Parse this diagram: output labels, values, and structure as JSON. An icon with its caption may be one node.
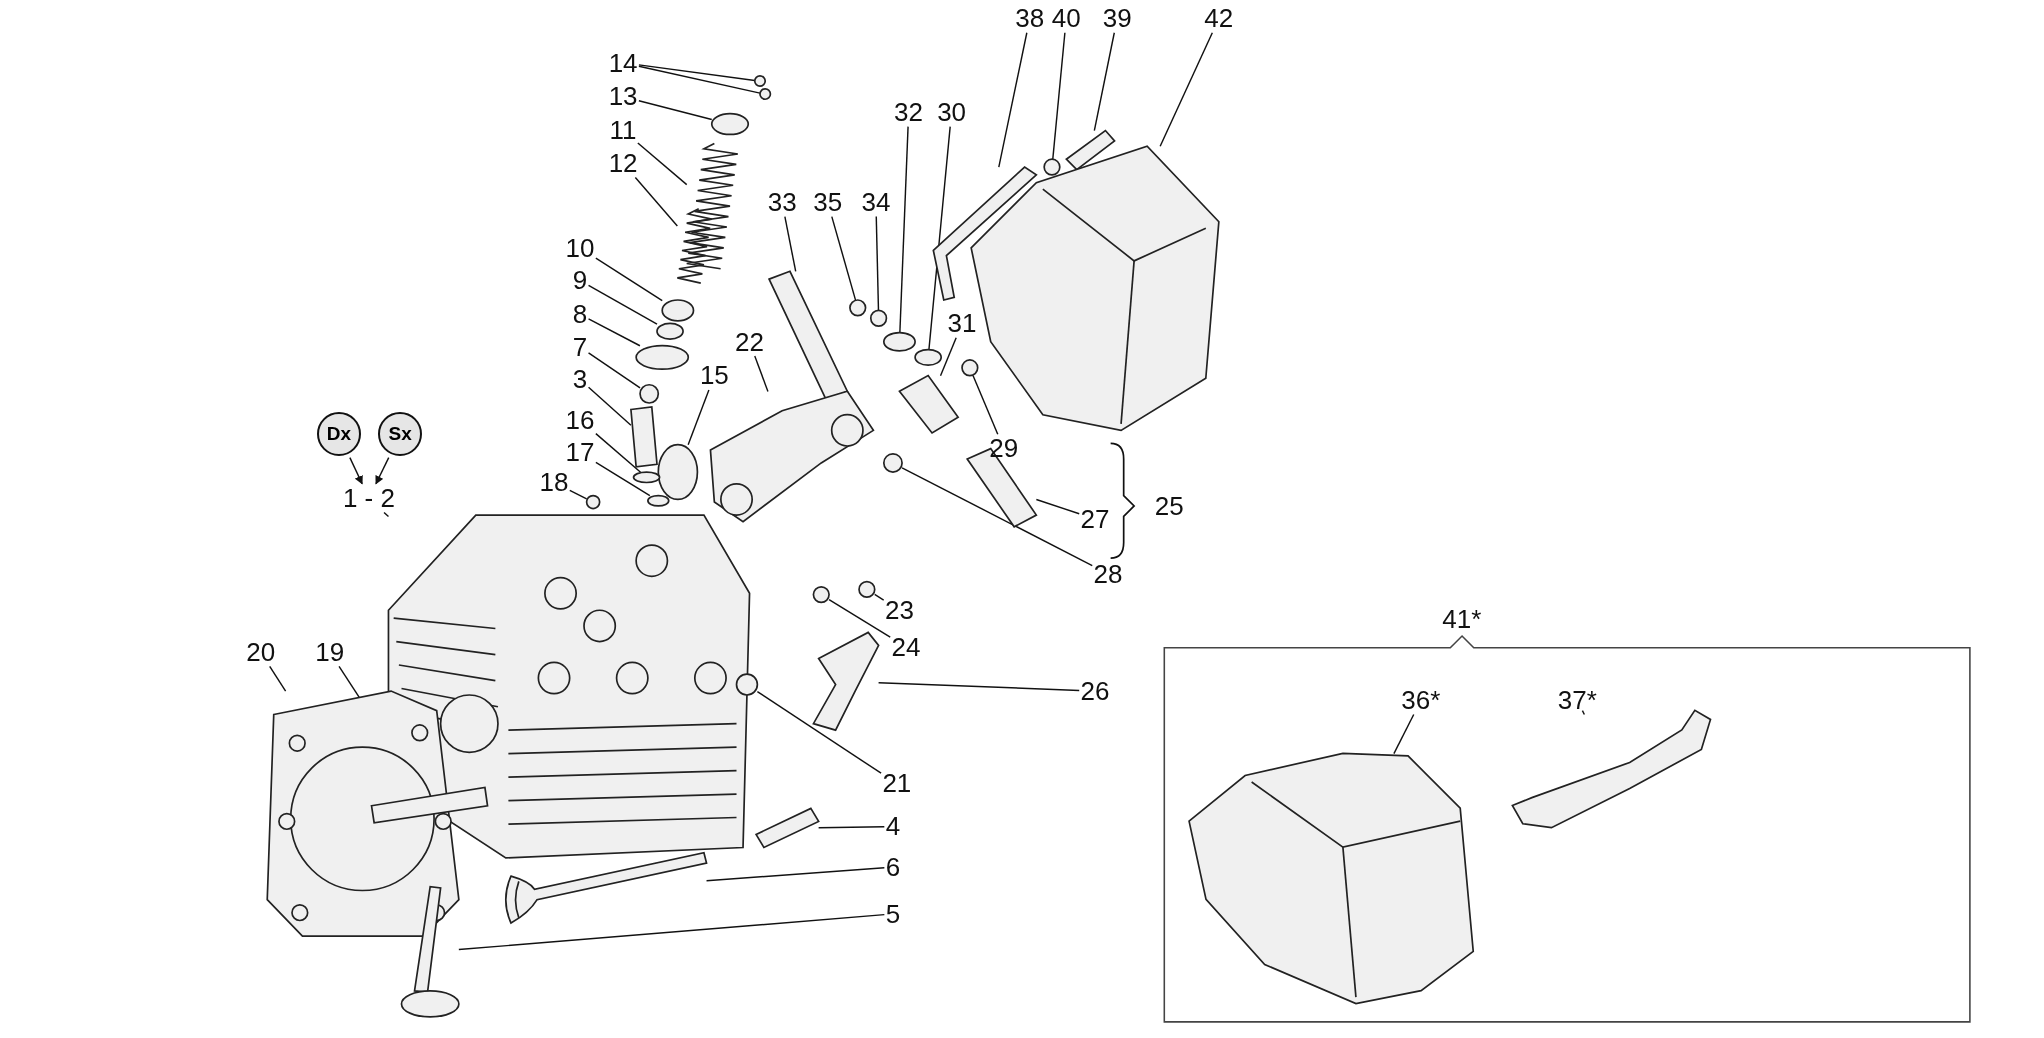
{
  "diagram": {
    "nodes": [
      {
        "text": [
          "38"
        ]
      },
      {
        "text": [
          "40"
        ]
      },
      {
        "text": [
          "39"
        ]
      },
      {
        "text": [
          "42"
        ]
      },
      {
        "text": [
          "14"
        ]
      },
      {
        "text": [
          "13"
        ]
      },
      {
        "text": [
          "32"
        ]
      },
      {
        "text": [
          "30"
        ]
      },
      {
        "text": [
          "11"
        ]
      },
      {
        "text": [
          "12"
        ]
      },
      {
        "text": [
          "33"
        ]
      },
      {
        "text": [
          "35"
        ]
      },
      {
        "text": [
          "34"
        ]
      },
      {
        "text": [
          "10"
        ]
      },
      {
        "text": [
          "9"
        ]
      },
      {
        "text": [
          "8"
        ]
      },
      {
        "text": [
          "7"
        ]
      },
      {
        "text": [
          "31"
        ]
      },
      {
        "text": [
          "22"
        ]
      },
      {
        "text": [
          "15"
        ]
      },
      {
        "text": [
          "3"
        ]
      },
      {
        "text": [
          "29"
        ]
      },
      {
        "text": [
          "16"
        ]
      },
      {
        "text": [
          "Dx"
        ]
      },
      {
        "text": [
          "Sx"
        ]
      },
      {
        "text": [
          "17"
        ]
      },
      {
        "text": [
          "18"
        ]
      },
      {
        "text": [
          "1 - 2"
        ]
      },
      {
        "text": [
          "27"
        ]
      },
      {
        "text": [
          "28"
        ]
      },
      {
        "text": [
          "23"
        ]
      },
      {
        "text": [
          "24"
        ]
      },
      {
        "text": [
          "41*"
        ]
      },
      {
        "text": [
          "20"
        ]
      },
      {
        "text": [
          "19"
        ]
      },
      {
        "text": [
          "26"
        ]
      },
      {
        "text": [
          "36*"
        ],
        "in": 32
      },
      {
        "text": [
          "37*"
        ],
        "in": 32
      },
      {
        "text": [
          "21"
        ]
      },
      {
        "text": [
          "4"
        ]
      },
      {
        "text": [
          "6"
        ]
      },
      {
        "text": [
          "5"
        ]
      },
      {
        "text": [],
        "shape": "picture"
      },
      {
        "text": [],
        "shape": "circle"
      },
      {
        "text": [],
        "shape": "bar"
      },
      {
        "text": [],
        "shape": "picture"
      },
      {
        "text": [],
        "shape": "circle"
      },
      {
        "text": [],
        "shape": "circle"
      },
      {
        "text": [],
        "shape": "circle"
      },
      {
        "text": [],
        "shape": "circle"
      },
      {
        "text": [],
        "shape": "circle"
      },
      {
        "text": [],
        "shape": "picture"
      },
      {
        "text": [],
        "shape": "picture"
      },
      {
        "text": [],
        "shape": "bar"
      },
      {
        "text": [],
        "shape": "circle"
      },
      {
        "text": [],
        "shape": "circle"
      },
      {
        "text": [],
        "shape": "circle"
      },
      {
        "text": [],
        "shape": "circle"
      },
      {
        "text": [],
        "shape": "circle"
      },
      {
        "text": [],
        "shape": "circle"
      },
      {
        "text": [],
        "shape": "bar"
      },
      {
        "text": [],
        "shape": "picture"
      },
      {
        "text": [],
        "shape": "circle"
      },
      {
        "text": [],
        "shape": "bar"
      },
      {
        "text": [],
        "shape": "circle"
      },
      {
        "text": [],
        "shape": "circle"
      },
      {
        "text": [],
        "shape": "circle"
      },
      {
        "text": [],
        "shape": "circle"
      },
      {
        "text": [],
        "shape": "picture"
      },
      {
        "text": [],
        "shape": "bar"
      },
      {
        "text": [],
        "shape": "circle"
      },
      {
        "text": [],
        "shape": "circle"
      },
      {
        "text": [],
        "shape": "circle"
      },
      {
        "text": [],
        "shape": "picture"
      },
      {
        "text": [],
        "shape": "bar"
      },
      {
        "text": [],
        "shape": "picture"
      },
      {
        "text": [],
        "shape": "picture",
        "in": 32
      },
      {
        "text": [],
        "shape": "picture",
        "in": 32
      },
      {
        "text": [],
        "shape": "circle"
      },
      {
        "text": [],
        "shape": "bar"
      },
      {
        "text": [],
        "shape": "picture"
      },
      {
        "text": [],
        "shape": "picture"
      }
    ],
    "edges": [
      {
        "from": 0,
        "to": 42,
        "arrow": "none"
      },
      {
        "from": 1,
        "to": 43,
        "arrow": "none"
      },
      {
        "from": 2,
        "to": 44,
        "arrow": "none"
      },
      {
        "from": 3,
        "to": 45,
        "arrow": "none"
      },
      {
        "from": 4,
        "to": 46,
        "arrow": "none"
      },
      {
        "from": 4,
        "to": 47,
        "arrow": "none"
      },
      {
        "from": 5,
        "to": 48,
        "arrow": "none"
      },
      {
        "from": 6,
        "to": 49,
        "arrow": "none"
      },
      {
        "from": 7,
        "to": 50,
        "arrow": "none"
      },
      {
        "from": 8,
        "to": 51,
        "arrow": "none"
      },
      {
        "from": 9,
        "to": 52,
        "arrow": "none"
      },
      {
        "from": 10,
        "to": 53,
        "arrow": "none"
      },
      {
        "from": 11,
        "to": 54,
        "arrow": "none"
      },
      {
        "from": 12,
        "to": 55,
        "arrow": "none"
      },
      {
        "from": 13,
        "to": 56,
        "arrow": "none"
      },
      {
        "from": 14,
        "to": 57,
        "arrow": "none"
      },
      {
        "from": 15,
        "to": 58,
        "arrow": "none"
      },
      {
        "from": 16,
        "to": 59,
        "arrow": "none"
      },
      {
        "from": 17,
        "to": 60,
        "arrow": "none"
      },
      {
        "from": 18,
        "to": 61,
        "arrow": "none"
      },
      {
        "from": 19,
        "to": 62,
        "arrow": "none"
      },
      {
        "from": 20,
        "to": 63,
        "arrow": "none"
      },
      {
        "from": 21,
        "to": 64,
        "arrow": "none"
      },
      {
        "from": 22,
        "to": 65,
        "arrow": "none"
      },
      {
        "from": 23,
        "to": 27,
        "arrow": "to"
      },
      {
        "from": 24,
        "to": 27,
        "arrow": "to"
      },
      {
        "from": 25,
        "to": 66,
        "arrow": "none"
      },
      {
        "from": 26,
        "to": 67,
        "arrow": "none"
      },
      {
        "from": 27,
        "to": 68,
        "arrow": "none"
      },
      {
        "from": 28,
        "to": 69,
        "arrow": "none"
      },
      {
        "from": 29,
        "to": 70,
        "arrow": "none"
      },
      {
        "from": 30,
        "to": 71,
        "arrow": "none"
      },
      {
        "from": 31,
        "to": 72,
        "arrow": "none"
      },
      {
        "from": 33,
        "to": 73,
        "arrow": "none"
      },
      {
        "from": 34,
        "to": 74,
        "arrow": "none"
      },
      {
        "from": 35,
        "to": 75,
        "arrow": "none"
      },
      {
        "from": 36,
        "to": 76,
        "arrow": "none"
      },
      {
        "from": 37,
        "to": 77,
        "arrow": "none"
      },
      {
        "from": 38,
        "to": 78,
        "arrow": "none"
      },
      {
        "from": 39,
        "to": 79,
        "arrow": "none"
      },
      {
        "from": 40,
        "to": 80,
        "arrow": "none"
      },
      {
        "from": 41,
        "to": 81,
        "arrow": "none"
      }
    ],
    "labels": [
      "25"
    ]
  }
}
